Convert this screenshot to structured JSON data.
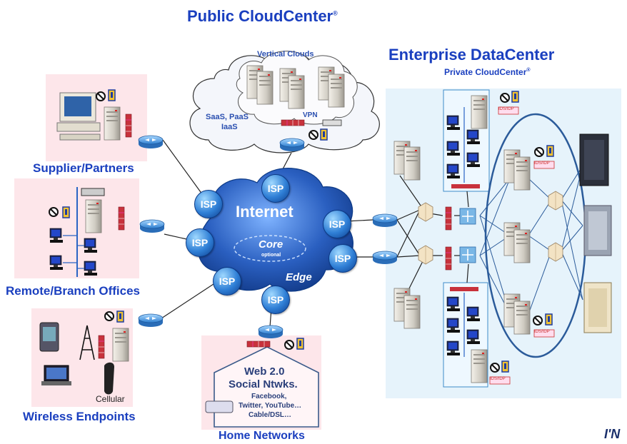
{
  "titles": {
    "public_cloud": "Public CloudCenter",
    "public_cloud_mark": "®",
    "enterprise": "Enterprise DataCenter",
    "private_cloud": "Private CloudCenter",
    "private_cloud_mark": "®"
  },
  "cloud": {
    "vertical": "Vertical Clouds",
    "saas_line1": "SaaS, PaaS",
    "saas_line2": "IaaS",
    "vpn": "VPN"
  },
  "internet": {
    "title": "Internet",
    "core": "Core",
    "optional": "optional",
    "edge": "Edge",
    "isp": "ISP"
  },
  "sections": {
    "supplier": "Supplier/Partners",
    "remote": "Remote/Branch Offices",
    "wireless": "Wireless Endpoints",
    "cellular": "Cellular",
    "home": "Home Networks"
  },
  "home": {
    "line1": "Web 2.0",
    "line2": "Social Ntwks.",
    "line3": "Facebook,",
    "line4": "Twitter, YouTube…",
    "line5": "Cable/DSL…"
  },
  "devices": {
    "ids_label": "IDS/IDP"
  },
  "logo_fragment": "I'N",
  "colors": {
    "title_blue": "#1a3fbf",
    "cloud_blue": "#2a5fc0",
    "panel_pink": "#fde6ea",
    "dc_panel": "#e6f3fb",
    "router_blue": "#3a8fd8",
    "firewall_red": "#c8323c"
  }
}
